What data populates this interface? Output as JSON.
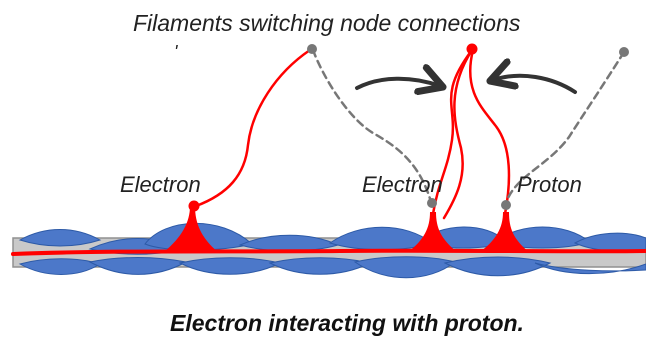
{
  "diagram": {
    "title": "Filaments switching node connections",
    "tick_mark": "'",
    "labels": {
      "electron_left": "Electron",
      "electron_middle": "Electron",
      "proton": "Proton"
    },
    "caption": "Electron interacting with proton."
  },
  "colors": {
    "active_filament": "#ff0000",
    "inactive_filament": "#777777",
    "node_inactive": "#777777",
    "node_active": "#ff0000",
    "base_blue": "#4c78c9",
    "base_blue_stroke": "#2d5aa7",
    "base_gray": "#c9c9c9",
    "arrow": "#333333"
  }
}
